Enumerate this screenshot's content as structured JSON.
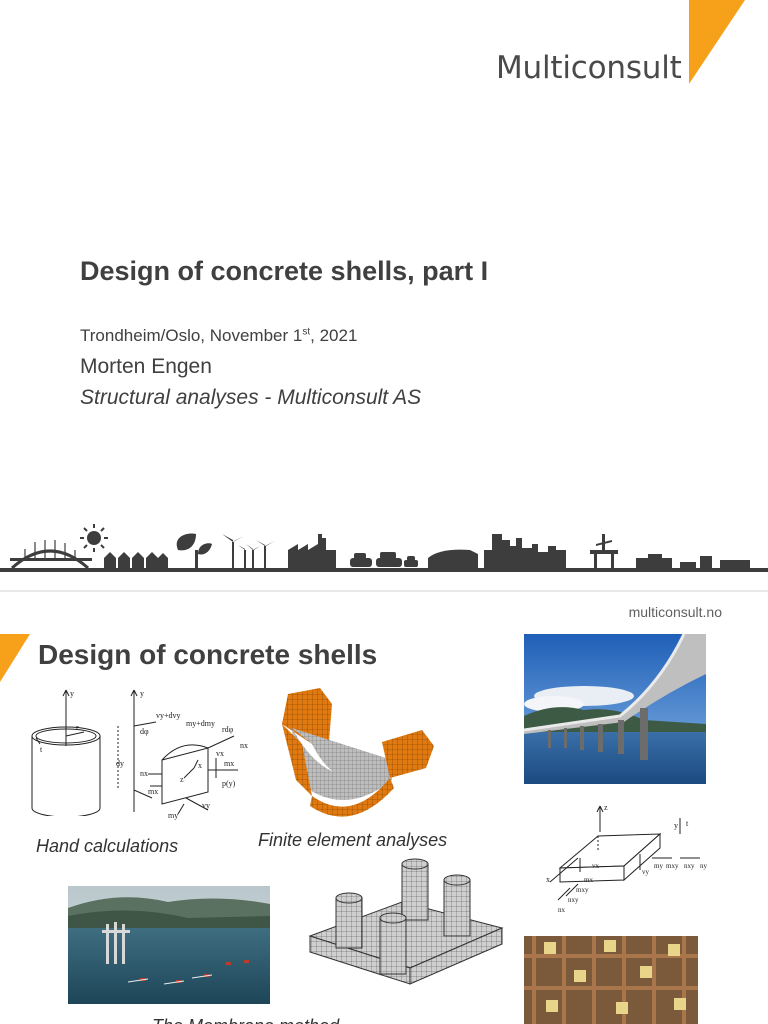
{
  "slide1": {
    "logo": "Multiconsult",
    "title": "Design of concrete shells, part I",
    "date_prefix": "Trondheim/Oslo, November 1",
    "date_sup": "st",
    "date_suffix": ", 2021",
    "author": "Morten Engen",
    "organization": "Structural analyses - Multiconsult AS",
    "website": "multiconsult.no"
  },
  "slide2": {
    "title": "Design of concrete shells",
    "captions": {
      "hand": "Hand calculations",
      "fem": "Finite element analyses",
      "membrane": "The Membrane method"
    },
    "diagram_labels": {
      "cyl_y": "y",
      "cyl_r": "r",
      "cyl_t": "t",
      "el_y": "y",
      "el_dvy": "vy+dvy",
      "el_dmy": "my+dmy",
      "el_rdphi": "rdφ",
      "el_dphi": "dφ",
      "el_dy": "dy",
      "el_nx": "nx",
      "el_nx2": "nx",
      "el_mx": "mx",
      "el_mx2": "mx",
      "el_vx": "vx",
      "el_py": "p(y)",
      "el_my": "my",
      "el_vy": "vy",
      "el_x": "x",
      "el_z": "z",
      "plate_z": "z",
      "plate_y": "y",
      "plate_t": "t",
      "plate_x": "x",
      "plate_vx": "vx",
      "plate_mx": "mx",
      "plate_mxy": "mxy",
      "plate_nxy": "nxy",
      "plate_nx": "nx",
      "plate_vy": "vy",
      "plate_my": "my",
      "plate_myx": "mxy",
      "plate_nyx": "nxy",
      "plate_ny": "ny"
    },
    "colors": {
      "accent": "#F7A11A",
      "text": "#404040"
    }
  }
}
